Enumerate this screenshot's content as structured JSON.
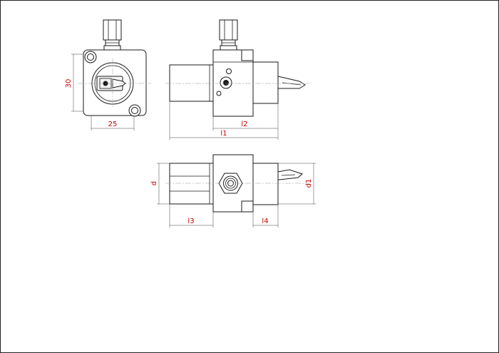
{
  "dimensions": {
    "height_front": "30",
    "width_front": "25",
    "l1": "l1",
    "l2": "l2",
    "l3": "l3",
    "l4": "l4",
    "d": "d",
    "d1": "d1"
  },
  "colors": {
    "dimension_text": "#cc0000",
    "outline": "#1a1a1a",
    "centerline": "#9a9a9a",
    "frame": "#222222"
  }
}
